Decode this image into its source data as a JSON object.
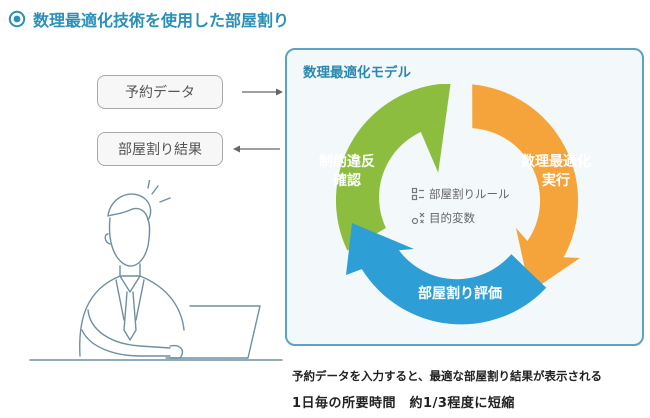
{
  "title": "数理最適化技術を使用した部屋割り",
  "inputs": {
    "reservation_data": "予約データ",
    "room_result": "部屋割り結果"
  },
  "panel": {
    "title": "数理最適化モデル",
    "cycle": {
      "check": "制約違反\n確認",
      "execute": "数理最適化\n実行",
      "evaluate": "部屋割り評価"
    },
    "center": {
      "rules": "部屋割りルール",
      "objective": "目的変数"
    }
  },
  "colors": {
    "accent": "#2b90b8",
    "green": "#8cbd3e",
    "orange": "#f4a43b",
    "blue": "#2e9fd6"
  },
  "captions": {
    "line1": "予約データを入力すると、最適な部屋割り結果が表示される",
    "line2": "1日毎の所要時間　約1/3程度に短縮"
  }
}
